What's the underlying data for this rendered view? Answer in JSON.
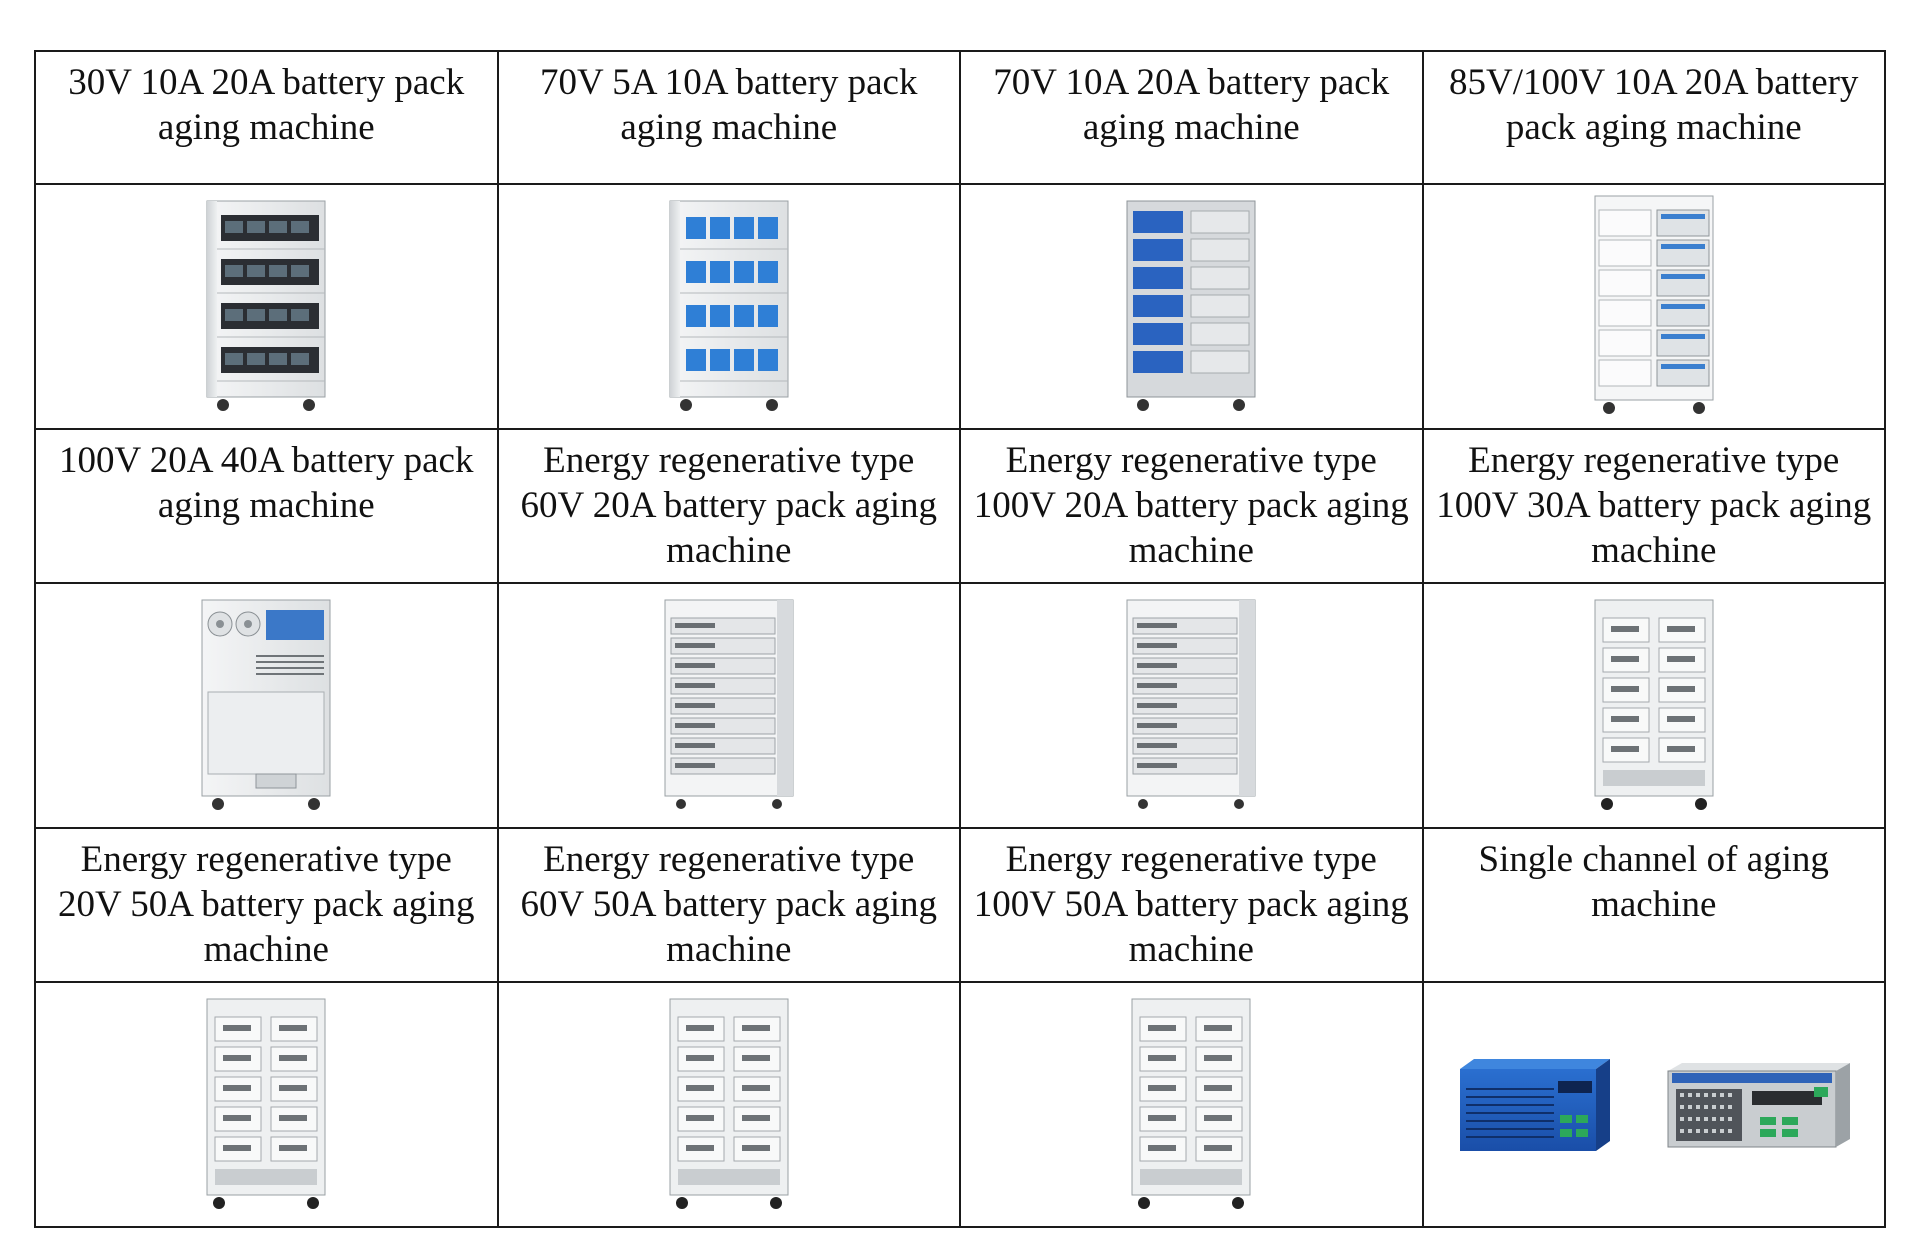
{
  "cells": [
    {
      "label": "30V 10A 20A battery pack aging machine",
      "icon": "cabinet-dark-panels-icon"
    },
    {
      "label": "70V 5A 10A battery pack aging machine",
      "icon": "cabinet-blue-panels-icon"
    },
    {
      "label": "70V 10A 20A battery pack aging machine",
      "icon": "cabinet-gray-drawers-icon"
    },
    {
      "label": "85V/100V 10A 20A battery pack aging machine",
      "icon": "cabinet-white-drawers-icon"
    },
    {
      "label": "100V 20A 40A battery pack aging machine",
      "icon": "cabinet-fans-icon"
    },
    {
      "label": "Energy regenerative type 60V 20A battery pack aging machine",
      "icon": "rack-cabinet-icon"
    },
    {
      "label": "Energy regenerative type 100V 20A battery pack aging machine",
      "icon": "rack-cabinet-icon"
    },
    {
      "label": "Energy regenerative type 100V 30A battery pack aging machine",
      "icon": "locker-cabinet-icon"
    },
    {
      "label": "Energy regenerative type 20V 50A battery pack aging machine",
      "icon": "locker-cabinet-icon"
    },
    {
      "label": "Energy regenerative type 60V 50A battery pack aging machine",
      "icon": "locker-cabinet-icon"
    },
    {
      "label": "Energy regenerative type 100V 50A battery pack aging machine",
      "icon": "locker-cabinet-icon"
    },
    {
      "label": "Single channel of aging machine",
      "icon": "single-channel-units-icon"
    }
  ]
}
